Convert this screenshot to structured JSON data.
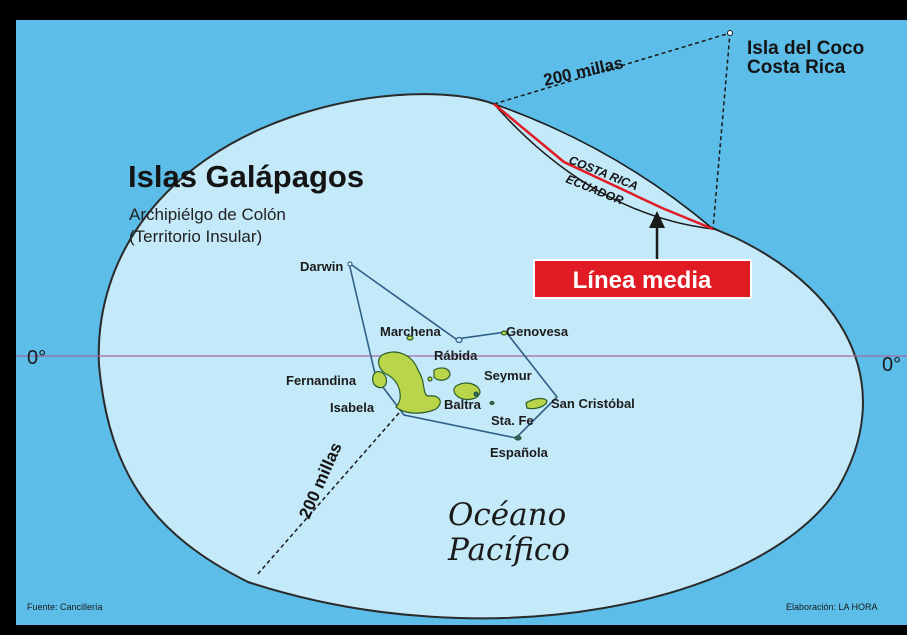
{
  "map": {
    "title": "Islas Galápagos",
    "subtitle_line1": "Archipiélgo de Colón",
    "subtitle_line2": "(Territorio Insular)",
    "coco_line1": "Isla del Coco",
    "coco_line2": "Costa Rica",
    "millas_top": "200 millas",
    "millas_diag": "200 millas",
    "equator_left": "0°",
    "equator_right": "0°",
    "ocean_line1": "Océano",
    "ocean_line2": "Pacífico",
    "border_costa_rica": "COSTA RICA",
    "border_ecuador": "ECUADOR",
    "linea_media": "Línea media",
    "source": "Fuente: Cancillería",
    "credit": "Elaboración: LA HORA",
    "islands": {
      "darwin": "Darwin",
      "marchena": "Marchena",
      "genovesa": "Genovesa",
      "rabida": "Rábida",
      "fernandina": "Fernandina",
      "seymur": "Seymur",
      "isabela": "Isabela",
      "baltra": "Baltra",
      "sta_fe": "Sta. Fe",
      "san_cristobal": "San Cristóbal",
      "espanola": "Española"
    },
    "colors": {
      "ocean": "#5bbde8",
      "eez": "#c4e9f8",
      "island": "#b9d54a",
      "accent_red": "#e01b24"
    }
  }
}
